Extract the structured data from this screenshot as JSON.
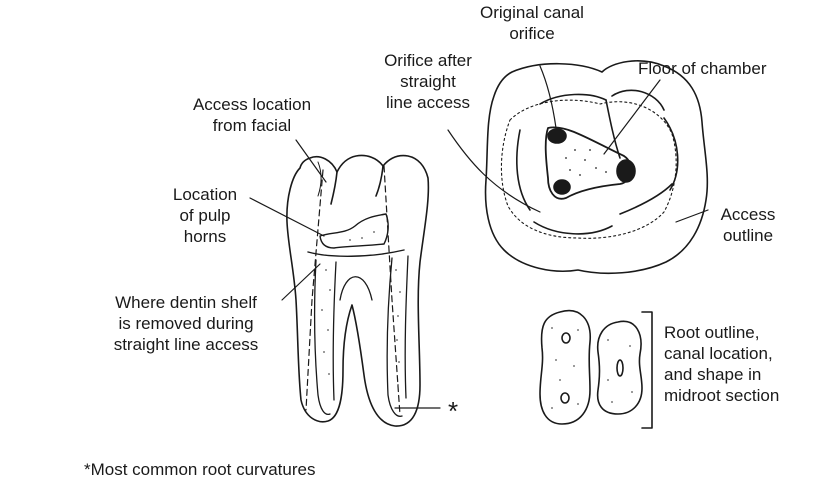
{
  "labels": {
    "original_canal_orifice": [
      "Original canal",
      "orifice"
    ],
    "orifice_after_access": [
      "Orifice after",
      "straight",
      "line access"
    ],
    "floor_of_chamber": "Floor of chamber",
    "access_location": [
      "Access location",
      "from facial"
    ],
    "pulp_horns": [
      "Location",
      "of pulp",
      "horns"
    ],
    "access_outline": [
      "Access",
      "outline"
    ],
    "dentin_shelf": [
      "Where dentin shelf",
      "is removed during",
      "straight line access"
    ],
    "root_outline": [
      "Root outline,",
      "canal location,",
      "and shape in",
      "midroot section"
    ],
    "asterisk": "*",
    "footnote": "*Most common root curvatures"
  },
  "colors": {
    "ink": "#1a1a1a",
    "paper": "#ffffff",
    "stipple": "#555555"
  }
}
